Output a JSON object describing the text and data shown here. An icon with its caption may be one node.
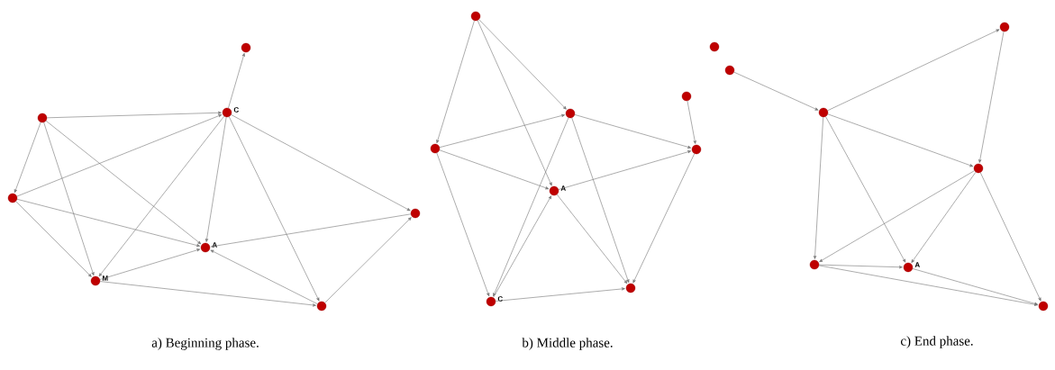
{
  "diagram": {
    "nodes": [
      {
        "text": [],
        "shape": "circle"
      },
      {
        "text": [],
        "shape": "circle"
      },
      {
        "text": [],
        "shape": "circle",
        "beside": [
          "C"
        ]
      },
      {
        "text": [],
        "shape": "circle"
      },
      {
        "text": [],
        "shape": "circle"
      },
      {
        "text": [],
        "shape": "circle",
        "beside": [
          "A"
        ]
      },
      {
        "text": [],
        "shape": "circle",
        "beside": [
          "M"
        ]
      },
      {
        "text": [],
        "shape": "circle"
      },
      {
        "text": [],
        "shape": "circle"
      },
      {
        "text": [],
        "shape": "circle"
      },
      {
        "text": [],
        "shape": "circle"
      },
      {
        "text": [],
        "shape": "circle"
      },
      {
        "text": [],
        "shape": "circle"
      },
      {
        "text": [],
        "shape": "circle",
        "beside": [
          "A"
        ]
      },
      {
        "text": [],
        "shape": "circle",
        "beside": [
          "C"
        ]
      },
      {
        "text": [],
        "shape": "circle"
      },
      {
        "text": [],
        "shape": "circle"
      },
      {
        "text": [],
        "shape": "circle"
      },
      {
        "text": [],
        "shape": "circle"
      },
      {
        "text": [],
        "shape": "circle"
      },
      {
        "text": [],
        "shape": "circle"
      },
      {
        "text": [],
        "shape": "circle"
      },
      {
        "text": [],
        "shape": "circle",
        "beside": [
          "A"
        ]
      },
      {
        "text": [],
        "shape": "circle"
      }
    ],
    "edges": [
      {
        "from": 2,
        "to": 0,
        "arrow": "to"
      },
      {
        "from": 1,
        "to": 2,
        "arrow": "to"
      },
      {
        "from": 1,
        "to": 3,
        "arrow": "to"
      },
      {
        "from": 1,
        "to": 6,
        "arrow": "to"
      },
      {
        "from": 1,
        "to": 5,
        "arrow": "to"
      },
      {
        "from": 3,
        "to": 2,
        "arrow": "to"
      },
      {
        "from": 2,
        "to": 5,
        "arrow": "to"
      },
      {
        "from": 2,
        "to": 6,
        "arrow": "to"
      },
      {
        "from": 2,
        "to": 7,
        "arrow": "to"
      },
      {
        "from": 2,
        "to": 4,
        "arrow": "to"
      },
      {
        "from": 3,
        "to": 5,
        "arrow": "to"
      },
      {
        "from": 3,
        "to": 6,
        "arrow": "to"
      },
      {
        "from": 4,
        "to": 5,
        "arrow": "to"
      },
      {
        "from": 6,
        "to": 5,
        "arrow": "to"
      },
      {
        "from": 7,
        "to": 5,
        "arrow": "to"
      },
      {
        "from": 6,
        "to": 7,
        "arrow": "to"
      },
      {
        "from": 7,
        "to": 4,
        "arrow": "to"
      },
      {
        "from": 8,
        "to": 12,
        "arrow": "to"
      },
      {
        "from": 8,
        "to": 13,
        "arrow": "to"
      },
      {
        "from": 8,
        "to": 9,
        "arrow": "to"
      },
      {
        "from": 12,
        "to": 9,
        "arrow": "to"
      },
      {
        "from": 9,
        "to": 11,
        "arrow": "to"
      },
      {
        "from": 9,
        "to": 14,
        "arrow": "to"
      },
      {
        "from": 9,
        "to": 15,
        "arrow": "to"
      },
      {
        "from": 12,
        "to": 13,
        "arrow": "to"
      },
      {
        "from": 12,
        "to": 14,
        "arrow": "to"
      },
      {
        "from": 13,
        "to": 11,
        "arrow": "to"
      },
      {
        "from": 14,
        "to": 13,
        "arrow": "to"
      },
      {
        "from": 13,
        "to": 15,
        "arrow": "to"
      },
      {
        "from": 11,
        "to": 15,
        "arrow": "to"
      },
      {
        "from": 14,
        "to": 15,
        "arrow": "to"
      },
      {
        "from": 10,
        "to": 11,
        "arrow": "to"
      },
      {
        "from": 17,
        "to": 18,
        "arrow": "to"
      },
      {
        "from": 18,
        "to": 19,
        "arrow": "to"
      },
      {
        "from": 18,
        "to": 20,
        "arrow": "to"
      },
      {
        "from": 18,
        "to": 21,
        "arrow": "to"
      },
      {
        "from": 18,
        "to": 22,
        "arrow": "to"
      },
      {
        "from": 19,
        "to": 20,
        "arrow": "to"
      },
      {
        "from": 20,
        "to": 21,
        "arrow": "to"
      },
      {
        "from": 20,
        "to": 22,
        "arrow": "to"
      },
      {
        "from": 20,
        "to": 23,
        "arrow": "to"
      },
      {
        "from": 21,
        "to": 22,
        "arrow": "to"
      },
      {
        "from": 21,
        "to": 23,
        "arrow": "to"
      },
      {
        "from": 22,
        "to": 23,
        "arrow": "to"
      }
    ],
    "labels": [
      "a) Beginning phase.",
      "b) Middle phase.",
      "c) End phase."
    ]
  }
}
